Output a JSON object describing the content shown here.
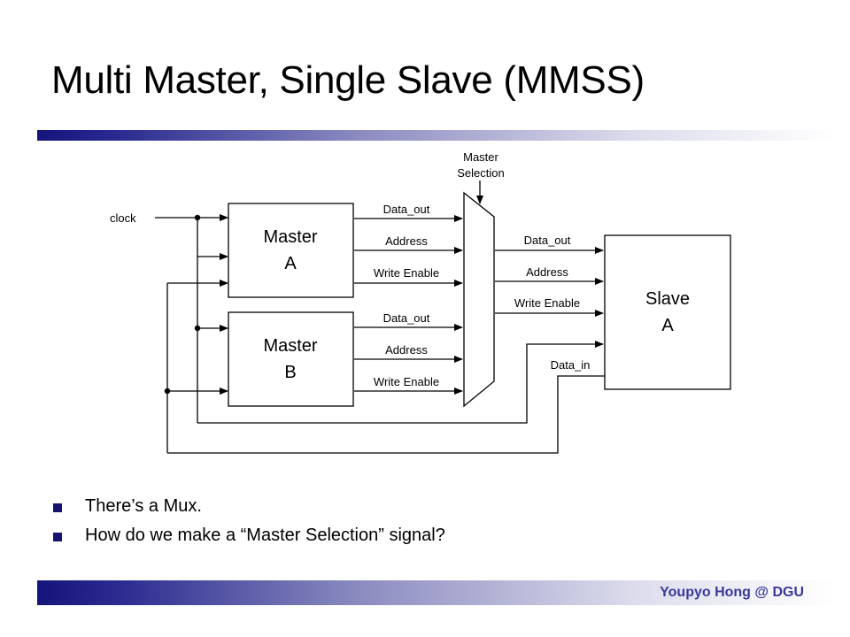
{
  "title": "Multi Master, Single Slave (MMSS)",
  "diagram": {
    "master_selection_line1": "Master",
    "master_selection_line2": "Selection",
    "clock": "clock",
    "master_a_line1": "Master",
    "master_a_line2": "A",
    "master_b_line1": "Master",
    "master_b_line2": "B",
    "slave_line1": "Slave",
    "slave_line2": "A",
    "ma_data_out": "Data_out",
    "ma_address": "Address",
    "ma_write_enable": "Write Enable",
    "mb_data_out": "Data_out",
    "mb_address": "Address",
    "mb_write_enable": "Write Enable",
    "s_data_out": "Data_out",
    "s_address": "Address",
    "s_write_enable": "Write Enable",
    "data_in": "Data_in"
  },
  "bullets": [
    "There’s a Mux.",
    "How do we make a “Master Selection” signal?"
  ],
  "footer": "Youpyo Hong @ DGU"
}
